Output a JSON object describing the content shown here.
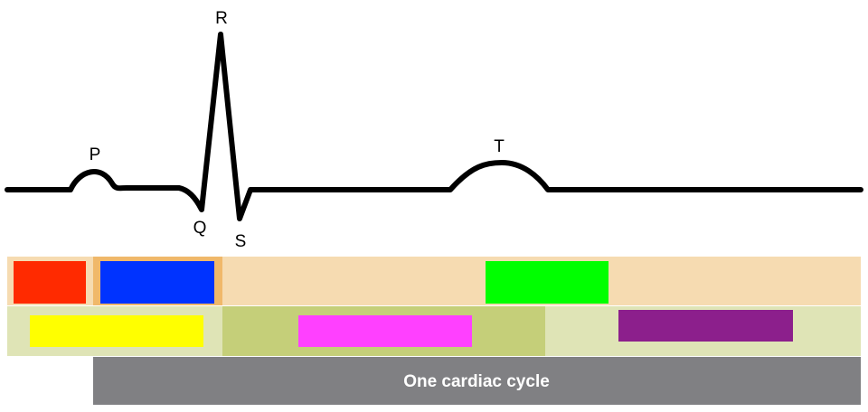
{
  "waveform": {
    "labels": {
      "p": "P",
      "q": "Q",
      "r": "R",
      "s": "S",
      "t": "T"
    },
    "stroke_color": "#000000"
  },
  "bands": {
    "top_background": "#f6dbb1",
    "middle_background": "#dfe4b6",
    "middle_highlight": "#c5cf79",
    "blocks": [
      {
        "name": "red-block",
        "color": "#ff2a00"
      },
      {
        "name": "blue-block",
        "color": "#0033ff"
      },
      {
        "name": "green-block",
        "color": "#00ff00"
      },
      {
        "name": "yellow-block",
        "color": "#ffff00"
      },
      {
        "name": "magenta-block",
        "color": "#ff40ff"
      },
      {
        "name": "purple-block",
        "color": "#8c1f8c"
      }
    ]
  },
  "cycle": {
    "label": "One cardiac cycle",
    "color": "#808083"
  }
}
